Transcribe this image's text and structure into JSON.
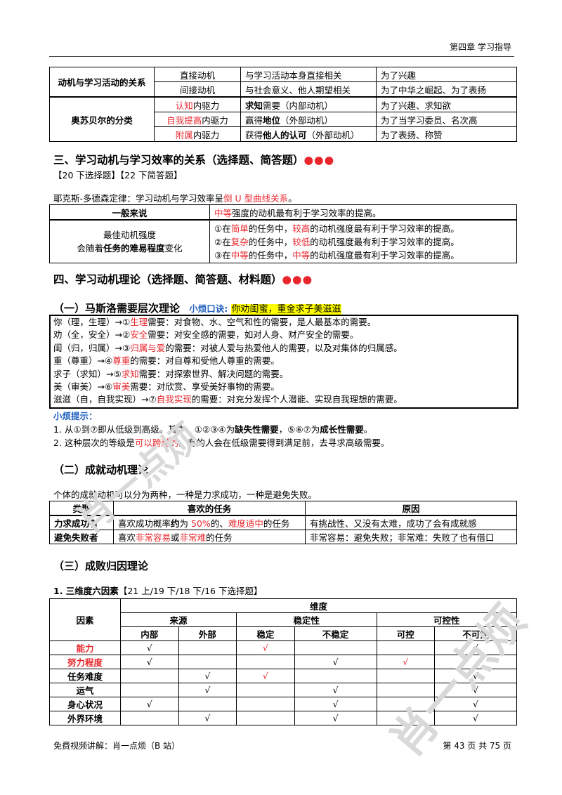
{
  "header": {
    "chapter": "第四章  学习指导"
  },
  "motive_table": {
    "rows": [
      {
        "head": "动机与学习活动的关系",
        "rs": 2,
        "type": "直接动机",
        "desc": "与学习活动本身直接相关",
        "ex": "为了兴趣"
      },
      {
        "type": "间接动机",
        "desc": "与社会意义、他人期望相关",
        "ex": "为了中华之崛起、为了表扬"
      },
      {
        "head": "奥苏贝尔的分类",
        "rs": 3,
        "type_red": "认知",
        "type_rest": "内驱力",
        "desc_b": "求知",
        "desc_rest": "需要（内部动机）",
        "ex": "为了兴趣、求知欲"
      },
      {
        "type_red": "自我提高",
        "type_rest": "内驱力",
        "desc_pre": "赢得",
        "desc_b": "地位",
        "desc_rest": "（外部动机）",
        "ex": "为了当学习委员、名次高"
      },
      {
        "type_red": "附属",
        "type_rest": "内驱力",
        "desc_pre": "获得",
        "desc_b": "他人的认可",
        "desc_rest": "（外部动机）",
        "ex": "为了表扬、称赞"
      }
    ]
  },
  "sec3": {
    "title": "三、学习动机与学习效率的关系（选择题、简答题）",
    "dots": "●●●",
    "tags": "【20 下选择题】【22 下简答题】",
    "law_pre": "耶克斯-多德森定律：学习动机与学习效率呈",
    "law_red": "倒 U 型曲线关系",
    "law_post": "。"
  },
  "yd_table": {
    "general_label": "一般来说",
    "general_red": "中等",
    "general_rest": "强度的动机最有利于学习效率的提高。",
    "left_l1": "最佳动机强度",
    "left_pre": "会随着",
    "left_b": "任务的难易程度",
    "left_post": "变化",
    "items": [
      {
        "n": "①在",
        "t1": "简单",
        "m": "的任务中，",
        "t2": "较高",
        "r": "的动机强度最有利于学习效率的提高。"
      },
      {
        "n": "②在",
        "t1": "复杂",
        "m": "的任务中，",
        "t2": "较低",
        "r": "的动机强度最有利于学习效率的提高。"
      },
      {
        "n": "③在",
        "t1": "中等",
        "m": "的任务中，",
        "t2": "中等",
        "r": "的动机强度最有利于学习效率的提高。"
      }
    ]
  },
  "sec4": {
    "title": "四、学习动机理论（选择题、简答题、材料题）",
    "dots": "●●●"
  },
  "maslow": {
    "title": "（一）马斯洛需要层次理论",
    "mnemonic_label": "小烦口诀:",
    "mnemonic": "你劝闺蜜，重金求子美滋滋",
    "lines": [
      {
        "pre": "你（理，生理）→①",
        "red": "生理",
        "post": "需要：对食物、水、空气和性的需要，是人最基本的需要。"
      },
      {
        "pre": "劝（全，安全）→②",
        "red": "安全",
        "post": "需要：对安全感的需要，如对人身、财产安全的需要。"
      },
      {
        "pre": "闺（归，归属）→③",
        "red": "归属与爱",
        "post": "的需要：对被人爱与热爱他人的需要，以及对集体的归属感。"
      },
      {
        "pre": "重（尊重）→④",
        "red": "尊重",
        "post": "的需要：对自尊和受他人尊重的需要。"
      },
      {
        "pre": "求子（求知）→⑤",
        "red": "求知",
        "post": "需要：对探索世界、解决问题的需要。"
      },
      {
        "pre": "美（审美）→⑥",
        "red": "审美",
        "post": "需要：对欣赏、享受美好事物的需要。"
      },
      {
        "pre": "滋滋（自，自我实现）→⑦",
        "red": "自我实现",
        "post": "的需要：对充分发挥个人潜能、实现自我理想的需要。"
      }
    ],
    "tips_label": "小烦提示：",
    "tip1_pre": "1.  从①到⑦即从低级到高级。其中，①②③④为",
    "tip1_b1": "缺失性需要",
    "tip1_mid": "，⑤⑥⑦为",
    "tip1_b2": "成长性需要",
    "tip1_post": "。",
    "tip2_pre": "2.  这种层次的等级是",
    "tip2_red": "可以跨越的",
    "tip2_post": "。有的人会在低级需要得到满足前，去寻求高级需要。"
  },
  "achievement": {
    "title": "（二）成就动机理论",
    "intro": "个体的成就动机可以分为两种，一种是力求成功，一种是避免失败。",
    "headers": [
      "类型",
      "喜欢的任务",
      "原因"
    ],
    "r1_type": "力求成功者",
    "r1_pre": "喜欢成功概率",
    "r1_b": "约",
    "r1_mid": "为 ",
    "r1_red1": "50%",
    "r1_mid2": "的、",
    "r1_red2": "难度适中",
    "r1_post": "的任务",
    "r1_reason": "有挑战性、又没有太难，成功了会有成就感",
    "r2_type": "避免失败者",
    "r2_pre": "喜欢",
    "r2_red1": "非常容易",
    "r2_mid": "或",
    "r2_red2": "非常难",
    "r2_post": "的任务",
    "r2_reason": "非常容易：避免失败；非常难：失败了也有借口"
  },
  "attribution": {
    "title": "（三）成败归因理论",
    "sub_b": "1.  三维度六因素",
    "sub_rest": "【21 上/19 下/18 下/16 下选择题】",
    "h_factor": "因素",
    "h_dim": "维度",
    "h_src": "来源",
    "h_stab": "稳定性",
    "h_ctrl": "可控性",
    "cols": [
      "内部",
      "外部",
      "稳定",
      "不稳定",
      "可控",
      "不可控"
    ],
    "check": "√",
    "rows": [
      {
        "name": "能力",
        "red": true,
        "marks": [
          1,
          0,
          2,
          0,
          0,
          1
        ]
      },
      {
        "name": "努力程度",
        "red": true,
        "marks": [
          1,
          0,
          0,
          1,
          2,
          0
        ]
      },
      {
        "name": "任务难度",
        "red": false,
        "marks": [
          0,
          1,
          2,
          0,
          0,
          1
        ]
      },
      {
        "name": "运气",
        "red": false,
        "marks": [
          0,
          1,
          0,
          1,
          0,
          1
        ]
      },
      {
        "name": "身心状况",
        "red": false,
        "marks": [
          1,
          0,
          0,
          1,
          0,
          1
        ]
      },
      {
        "name": "外界环境",
        "red": false,
        "marks": [
          0,
          1,
          0,
          1,
          0,
          1
        ]
      }
    ]
  },
  "footer": {
    "left": "免费视频讲解：肖一点烦（B 站）",
    "right": "第 43 页 共 75 页"
  },
  "watermark": "肖一点烦"
}
